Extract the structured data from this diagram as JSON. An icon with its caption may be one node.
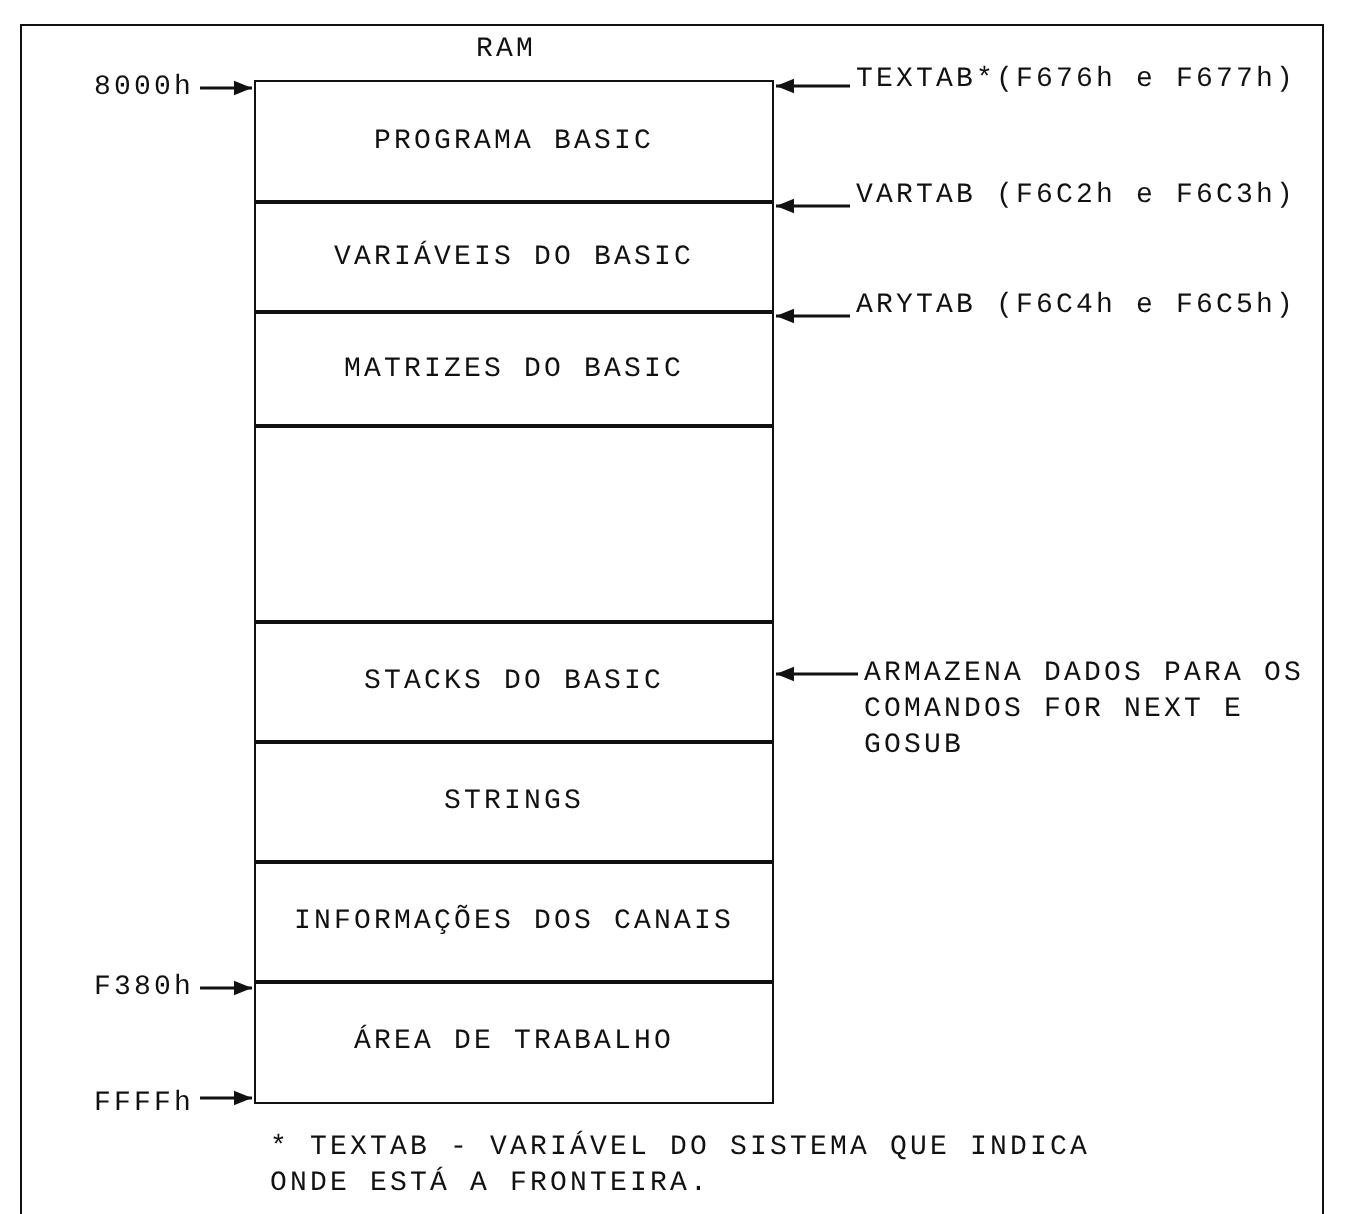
{
  "diagram": {
    "title": "RAM",
    "caption": "* TEXTAB - VARIÁVEL DO SISTEMA QUE INDICA ONDE ESTÁ A FRONTEIRA.",
    "nodes": [
      {
        "text": [
          "PROGRAMA BASIC"
        ]
      },
      {
        "text": [
          "VARIÁVEIS DO BASIC"
        ]
      },
      {
        "text": [
          "MATRIZES DO BASIC"
        ]
      },
      {
        "text": [],
        "shape": "box"
      },
      {
        "text": [
          "STACKS DO BASIC"
        ]
      },
      {
        "text": [
          "STRINGS"
        ]
      },
      {
        "text": [
          "INFORMAÇÕES DOS CANAIS"
        ]
      },
      {
        "text": [
          "ÁREA DE TRABALHO"
        ]
      },
      {
        "text": [
          "8000h"
        ]
      },
      {
        "text": [
          "TEXTAB*(F676h e F677h)"
        ]
      },
      {
        "text": [
          "VARTAB (F6C2h e F6C3h)"
        ]
      },
      {
        "text": [
          "ARYTAB (F6C4h e F6C5h)"
        ]
      },
      {
        "text": [
          "ARMAZENA DADOS PARA OS COMANDOS FOR NEXT E GOSUB"
        ]
      },
      {
        "text": [
          "F380h"
        ]
      },
      {
        "text": [
          "FFFFh"
        ]
      }
    ],
    "edges": [
      {
        "from": 8,
        "to": 0,
        "arrow": "to"
      },
      {
        "from": 9,
        "to": 0,
        "arrow": "to"
      },
      {
        "from": 10,
        "to": 1,
        "arrow": "to"
      },
      {
        "from": 11,
        "to": 2,
        "arrow": "to"
      },
      {
        "from": 12,
        "to": 4,
        "arrow": "to"
      },
      {
        "from": 13,
        "to": 7,
        "arrow": "to"
      },
      {
        "from": 14,
        "to": 7,
        "arrow": "to"
      }
    ]
  }
}
